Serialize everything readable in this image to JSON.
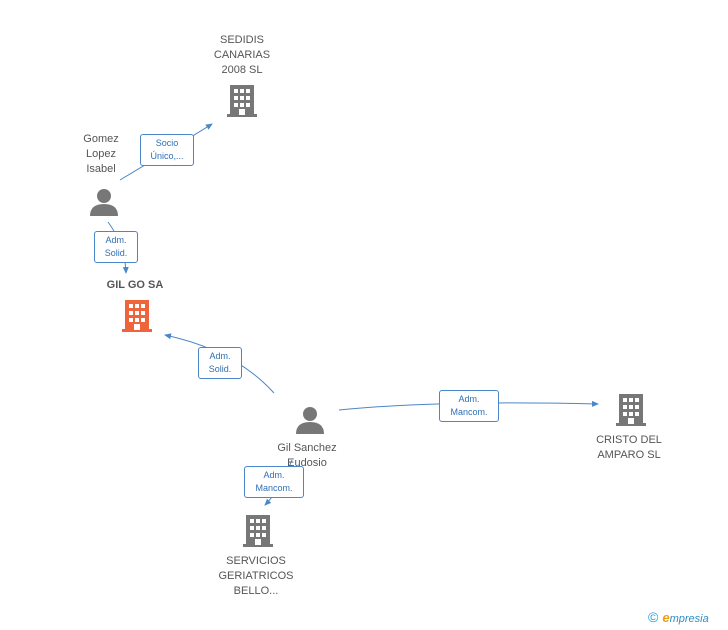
{
  "nodes": {
    "sedidis": {
      "label": "SEDIDIS\nCANARIAS\n2008 SL",
      "type": "company"
    },
    "gomez": {
      "label": "Gomez\nLopez\nIsabel",
      "type": "person"
    },
    "gilgo": {
      "label": "GIL GO SA",
      "type": "company-focus"
    },
    "gilsanchez": {
      "label": "Gil Sanchez\nEudosio",
      "type": "person"
    },
    "cristo": {
      "label": "CRISTO DEL\nAMPARO SL",
      "type": "company"
    },
    "servicios": {
      "label": "SERVICIOS\nGERIATRICOS\nBELLO...",
      "type": "company"
    }
  },
  "edges": {
    "gomez_sedidis": "Socio\nÚnico,...",
    "gomez_gilgo": "Adm.\nSolid.",
    "gilsanchez_gilgo": "Adm.\nSolid.",
    "gilsanchez_cristo": "Adm.\nMancom.",
    "gilsanchez_servicios": "Adm.\nMancom."
  },
  "colors": {
    "company": "#777777",
    "company_focus": "#f0643c",
    "person": "#777777",
    "edge": "#4a86c8"
  },
  "footer": {
    "copyright": "©",
    "brand_initial": "e",
    "brand_rest": "mpresia"
  }
}
